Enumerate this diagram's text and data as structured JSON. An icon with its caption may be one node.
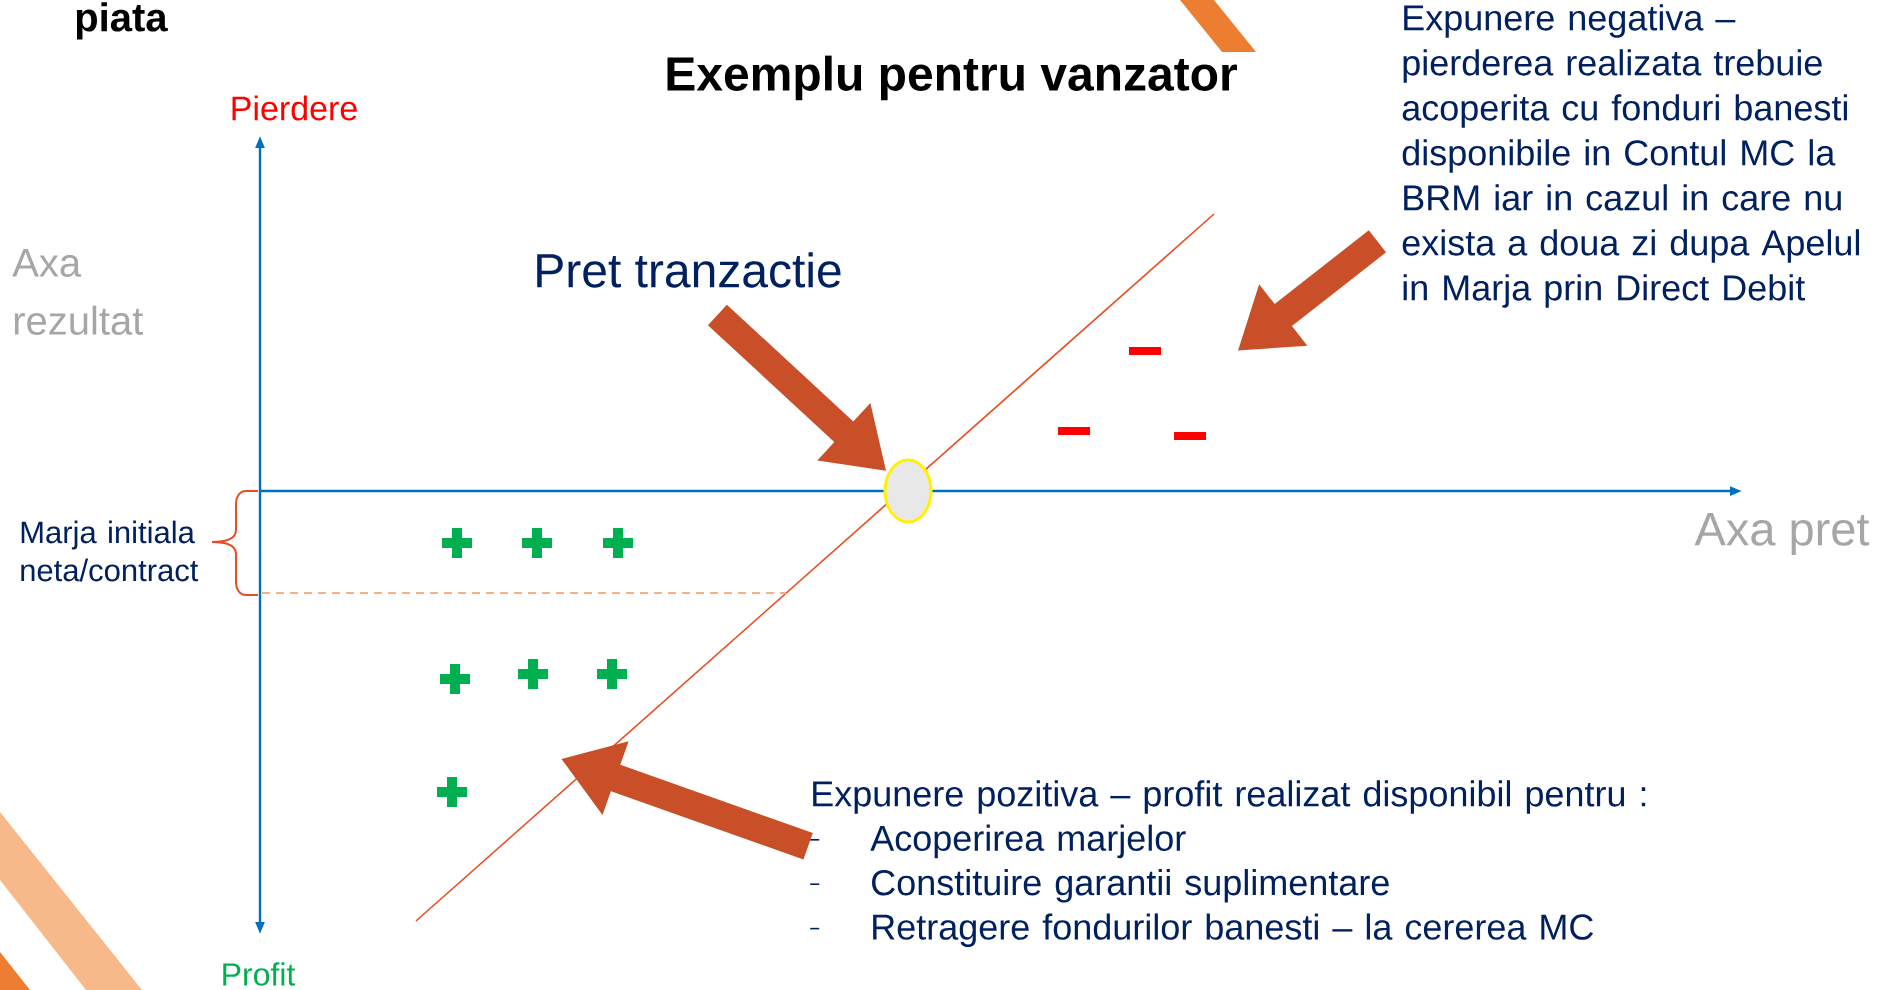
{
  "diagram": {
    "title": "Exemplu pentru vanzator",
    "nodes": [
      {
        "text": [
          "Pret tranzactie"
        ]
      },
      {
        "text": [],
        "shape": "circle"
      },
      {
        "text": [
          "Expunere negativa – pierderea realizata trebuie acoperita cu fonduri banesti disponibile in Contul MC la BRM iar in cazul in care nu exista a doua zi dupa Apelul in Marja prin Direct Debit"
        ]
      },
      {
        "text": [
          "Expunere pozitiva – profit realizat disponibil pentru :",
          "Acoperirea marjelor",
          "Constituire garantii suplimentare",
          "Retragere fondurilor banesti – la cererea MC"
        ]
      }
    ],
    "edges": [
      {
        "from": 0,
        "to": 1,
        "arrow": "to"
      },
      {
        "from": 2,
        "to": null,
        "arrow": "to"
      },
      {
        "from": 3,
        "to": null,
        "arrow": "to"
      }
    ],
    "labels": [
      "piata",
      "Pierdere",
      "Axa rezultat",
      "Axa pret",
      "Marja initiala neta/contract",
      "Profit"
    ]
  }
}
